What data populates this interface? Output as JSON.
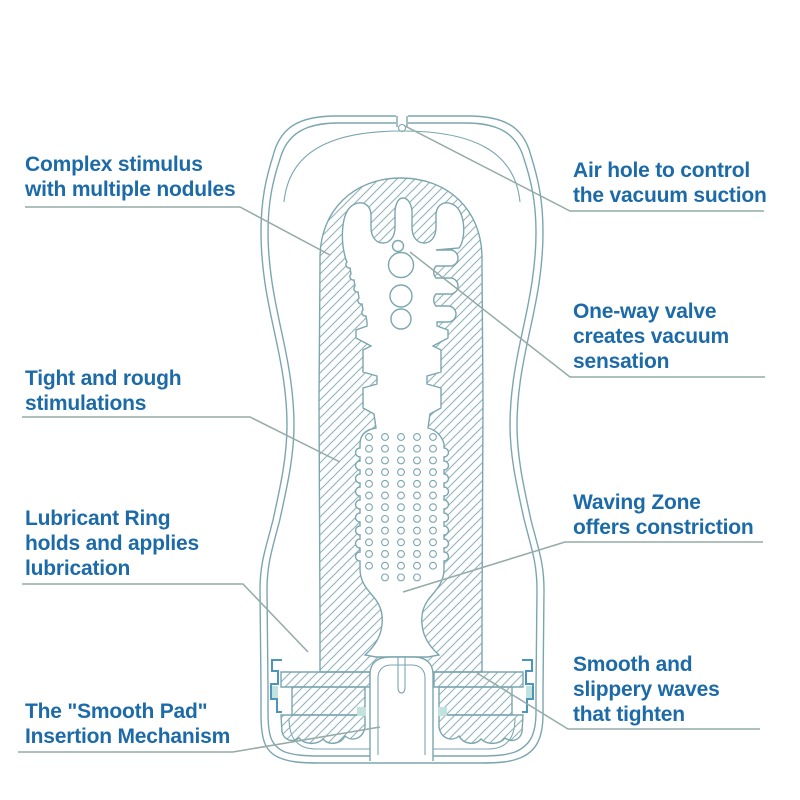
{
  "diagram": {
    "colors": {
      "label_text": "#1c6ba8",
      "line": "#7ba6b0",
      "hatch": "#8fb3bb",
      "leader": "#94aba6",
      "accent": "#c2e2df",
      "bracket": "#4d95ba"
    },
    "labels": [
      {
        "id": "complex-stimulus",
        "lines": [
          "Complex stimulus",
          "with multiple nodules"
        ]
      },
      {
        "id": "air-hole",
        "lines": [
          "Air hole to control",
          "the vacuum suction"
        ]
      },
      {
        "id": "one-way-valve",
        "lines": [
          "One-way valve",
          "creates vacuum",
          "sensation"
        ]
      },
      {
        "id": "tight-rough",
        "lines": [
          "Tight and rough",
          "stimulations"
        ]
      },
      {
        "id": "waving-zone",
        "lines": [
          "Waving Zone",
          "offers constriction"
        ]
      },
      {
        "id": "lubricant-ring",
        "lines": [
          "Lubricant Ring",
          "holds and applies",
          "lubrication"
        ]
      },
      {
        "id": "smooth-slippery",
        "lines": [
          "Smooth and",
          "slippery waves",
          "that tighten"
        ]
      },
      {
        "id": "smooth-pad",
        "lines": [
          "The \"Smooth Pad\"",
          "Insertion Mechanism"
        ]
      }
    ]
  }
}
